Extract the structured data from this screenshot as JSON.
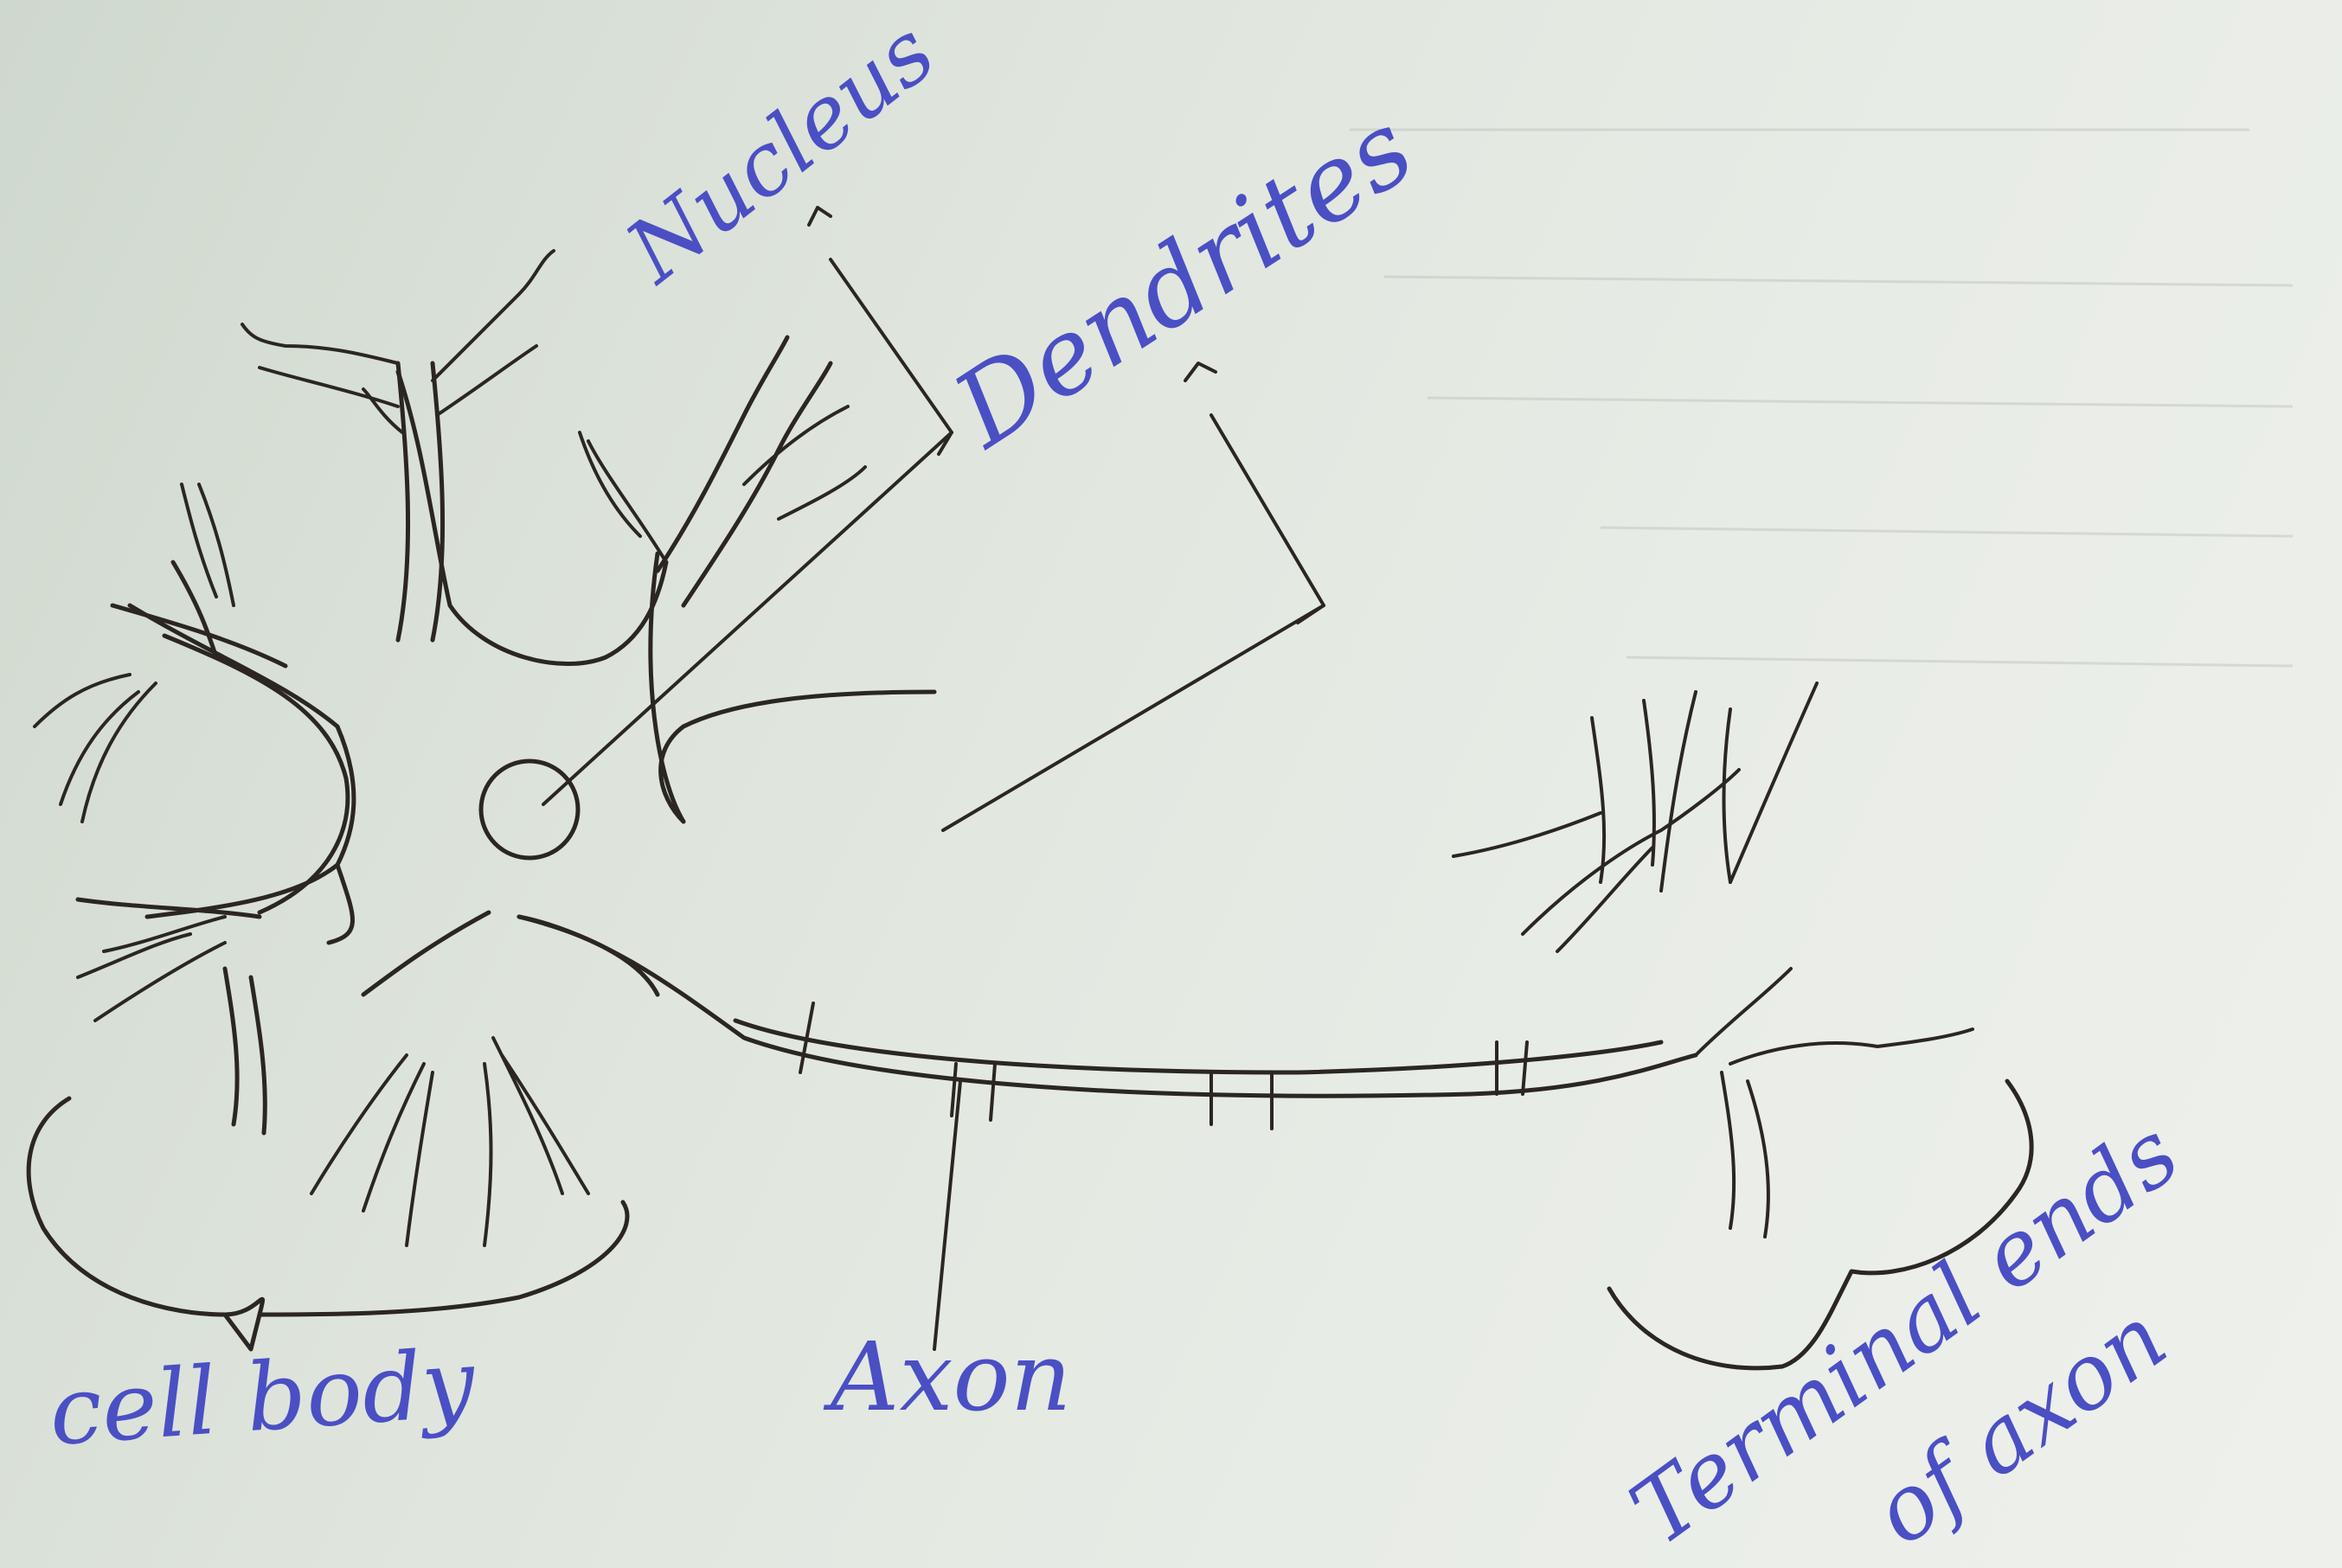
{
  "diagram": {
    "labels": {
      "nucleus": "Nucleus",
      "dendrites": "Dendrites",
      "cell_body": "cell body",
      "axon": "Axon",
      "terminal_ends_line1": "Terminal ends",
      "terminal_ends_line2": "of axon"
    },
    "colors": {
      "label_blue": "#4a4fc4",
      "ink": "#2b2622",
      "paper": "#dfe5dd"
    }
  }
}
